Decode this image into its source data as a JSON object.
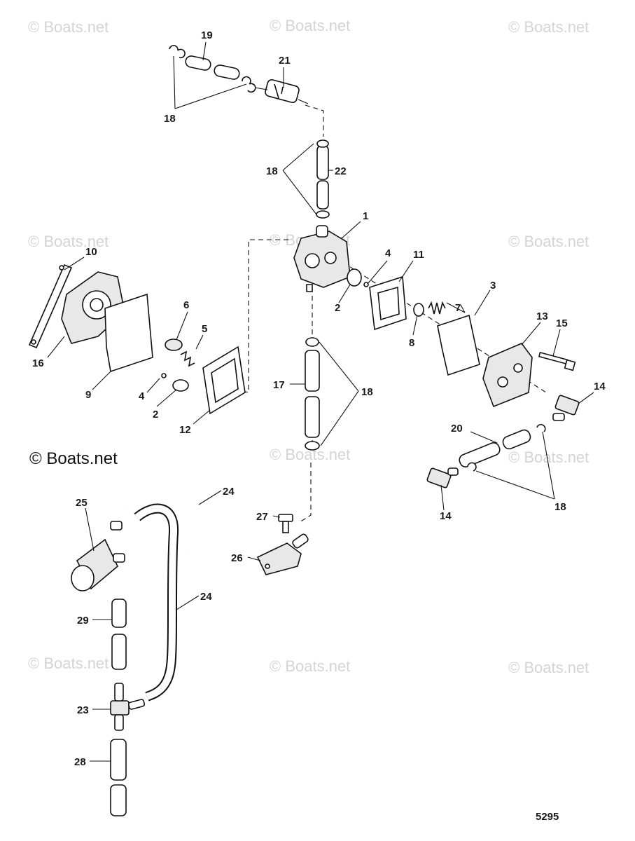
{
  "watermark": {
    "text": "© Boats.net",
    "prominent_text": "© Boats.net"
  },
  "figure_number": "5295",
  "callouts": [
    "19",
    "21",
    "18",
    "22",
    "18",
    "1",
    "10",
    "4",
    "11",
    "7",
    "3",
    "6",
    "5",
    "2",
    "16",
    "9",
    "4",
    "2",
    "12",
    "8",
    "13",
    "15",
    "17",
    "18",
    "14",
    "20",
    "18",
    "14",
    "24",
    "25",
    "27",
    "26",
    "24",
    "29",
    "23",
    "28"
  ]
}
